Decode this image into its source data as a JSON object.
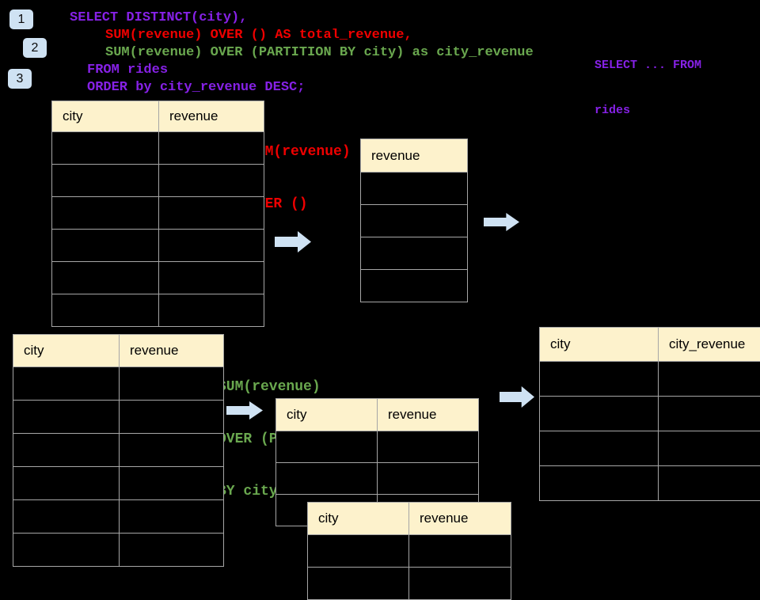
{
  "palette": {
    "background": "#000000",
    "table_header_fill": "#fdf2cc",
    "table_border": "#a6a6a6",
    "arrow_fill": "#cfe2f3",
    "badge_fill": "#cfe2f3",
    "sql_purple": "#8621e6",
    "sql_red": "#ef0000",
    "sql_green": "#6aa84f"
  },
  "step_badges": [
    {
      "label": "1"
    },
    {
      "label": "2"
    },
    {
      "label": "3"
    }
  ],
  "sql_code": {
    "lines": [
      {
        "text": "SELECT DISTINCT(city),",
        "color": "#8621e6"
      },
      {
        "text": "SUM(revenue) OVER () AS total_revenue,",
        "color": "#ef0000"
      },
      {
        "text": "SUM(revenue) OVER (PARTITION BY city) as city_revenue",
        "color": "#6aa84f"
      },
      {
        "text": "FROM rides",
        "color": "#8621e6"
      },
      {
        "text": "ORDER by city_revenue DESC;",
        "color": "#8621e6"
      }
    ]
  },
  "side_note": {
    "line1": "SELECT ... FROM",
    "line2": "rides"
  },
  "annotations": {
    "total_revenue": {
      "line1": "SUM(revenue)",
      "line2": "OVER ()"
    },
    "partition": {
      "line1": "SUM(revenue)",
      "line2": "OVER (PARTITION",
      "line3": "BY city)"
    }
  },
  "tables": {
    "source_top": {
      "headers": [
        "city",
        "revenue"
      ],
      "body_rows": 6
    },
    "revenue_only": {
      "headers": [
        "revenue"
      ],
      "body_rows": 4
    },
    "source_bottom": {
      "headers": [
        "city",
        "revenue"
      ],
      "body_rows": 6
    },
    "partition_back": {
      "headers": [
        "city",
        "revenue"
      ],
      "body_rows": 3
    },
    "partition_front": {
      "headers": [
        "city",
        "revenue"
      ],
      "body_rows": 2
    },
    "result": {
      "headers": [
        "city",
        "city_revenue"
      ],
      "body_rows": 4
    }
  }
}
